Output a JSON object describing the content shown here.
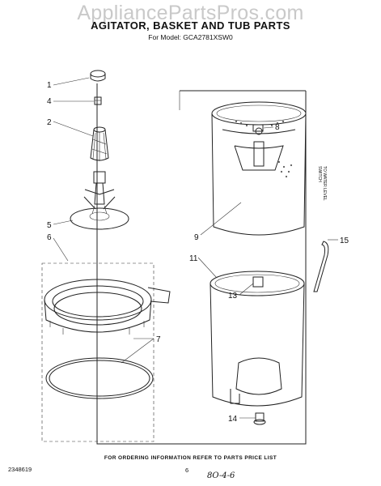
{
  "watermark": "AppliancePartsPros.com",
  "title": "AGITATOR, BASKET AND TUB PARTS",
  "model_line": "For Model: GCA2781XSW0",
  "side_note": "TO WATER LEVEL\nSWITCH",
  "footer_note": "FOR ORDERING INFORMATION REFER TO PARTS PRICE LIST",
  "doc_number": "2348619",
  "page_number": "6",
  "handwritten_note": "8O-4-6",
  "parts": [
    {
      "number": "1",
      "name": "part-1"
    },
    {
      "number": "4",
      "name": "part-4"
    },
    {
      "number": "2",
      "name": "part-2"
    },
    {
      "number": "5",
      "name": "part-5"
    },
    {
      "number": "6",
      "name": "part-6"
    },
    {
      "number": "7",
      "name": "part-7"
    },
    {
      "number": "8",
      "name": "part-8"
    },
    {
      "number": "9",
      "name": "part-9"
    },
    {
      "number": "15",
      "name": "part-15"
    },
    {
      "number": "11",
      "name": "part-11"
    },
    {
      "number": "13",
      "name": "part-13"
    },
    {
      "number": "14",
      "name": "part-14"
    }
  ]
}
